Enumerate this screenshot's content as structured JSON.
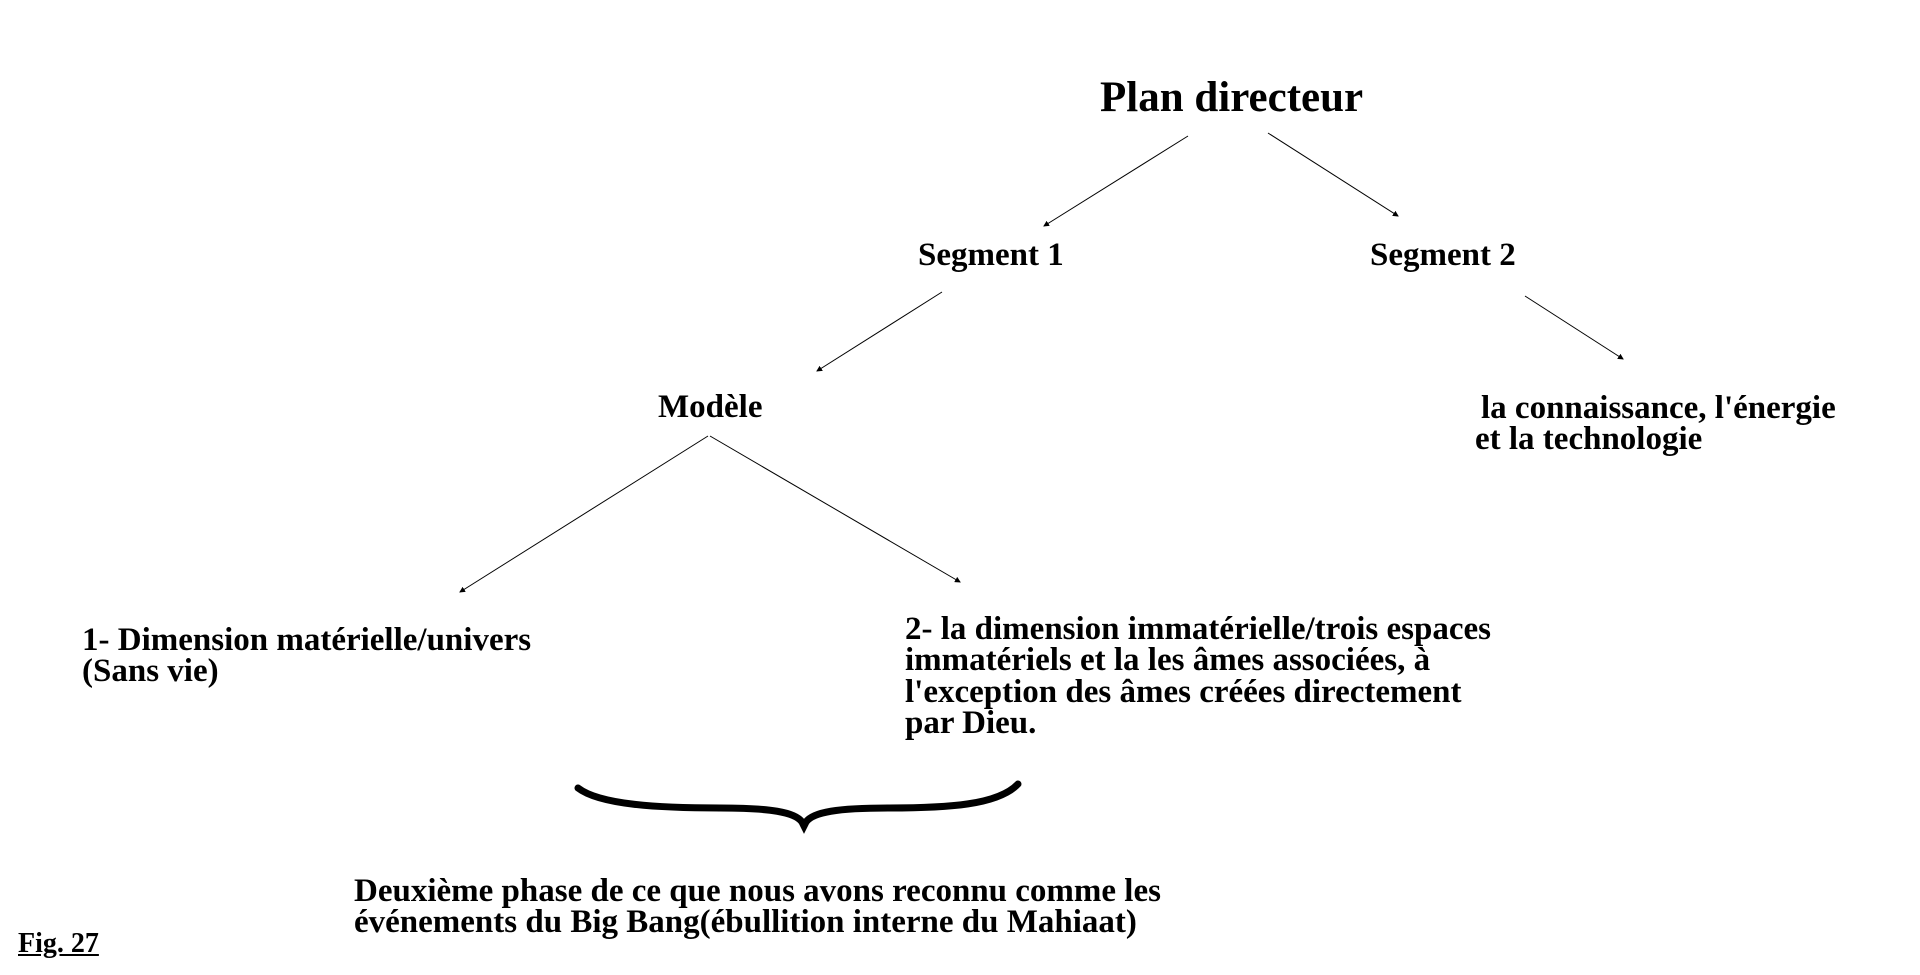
{
  "diagram": {
    "root": {
      "label": "Plan directeur"
    },
    "segments": [
      {
        "label": "Segment 1"
      },
      {
        "label": "Segment 2"
      }
    ],
    "model": {
      "label": "Modèle"
    },
    "segment2_detail": {
      "lines": [
        "la connaissance, l'énergie",
        "et la technologie"
      ]
    },
    "dimension_material": {
      "lines": [
        "1- Dimension matérielle/univers",
        "(Sans vie)"
      ]
    },
    "dimension_immaterial": {
      "lines": [
        "2- la dimension immatérielle/trois espaces",
        "immatériels et la les âmes associées, à",
        "l'exception des âmes créées  directement",
        "par Dieu."
      ]
    },
    "phase_note": {
      "lines": [
        "Deuxième phase de ce que nous avons reconnu comme les",
        "événements du Big Bang(ébullition interne du Mahiaat)"
      ]
    },
    "figure_label": "Fig. 27"
  }
}
